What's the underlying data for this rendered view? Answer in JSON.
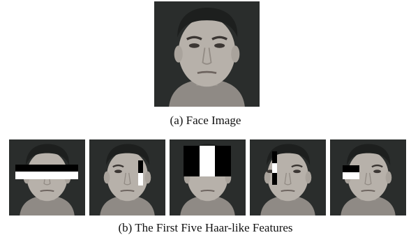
{
  "figure": {
    "caption_a": "(a)  Face Image",
    "caption_b": "(b)  The First Five Haar-like Features"
  },
  "colors": {
    "background": "#2a2d2c",
    "skin": "#b7b1aa",
    "hair": "#1d1f1e",
    "feature_black": "#000000",
    "feature_white": "#ffffff"
  },
  "features": [
    {
      "name": "haar-feature-1",
      "description_icon": "horizontal-two-rectangle-feature"
    },
    {
      "name": "haar-feature-2",
      "description_icon": "vertical-two-rectangle-feature"
    },
    {
      "name": "haar-feature-3",
      "description_icon": "three-rectangle-feature"
    },
    {
      "name": "haar-feature-4",
      "description_icon": "vertical-three-rectangle-feature"
    },
    {
      "name": "haar-feature-5",
      "description_icon": "small-two-rectangle-feature"
    }
  ]
}
